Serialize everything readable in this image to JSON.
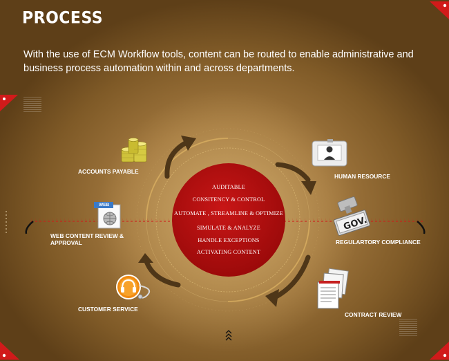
{
  "header": {
    "title": "PROCESS",
    "description": "With the use of ECM Workflow tools, content can be routed to enable administrative and business process automation within and across departments."
  },
  "center_list": [
    "AUDITABLE",
    "CONSITENCY & CONTROL",
    "AUTOMATE , STREAMLINE & OPTIMIZE",
    "SIMULATE & ANALYZE",
    "HANDLE EXCEPTIONS",
    "ACTIVATING CONTENT"
  ],
  "nodes": {
    "accounts_payable": "ACCOUNTS PAYABLE",
    "human_resource": "HUMAN RESOURCE",
    "web_content": "WEB CONTENT REVIEW & APPROVAL",
    "regulatory": "REGULARTORY COMPLIANCE",
    "customer_service": "CUSTOMER SERVICE",
    "contract_review": "CONTRACT REVIEW"
  },
  "icons": {
    "web_badge": "WEB",
    "gov_badge": "GOV."
  },
  "colors": {
    "accent_red": "#d11a1a",
    "circle_red": "#b60d0d",
    "arrow": "#4e3618"
  }
}
